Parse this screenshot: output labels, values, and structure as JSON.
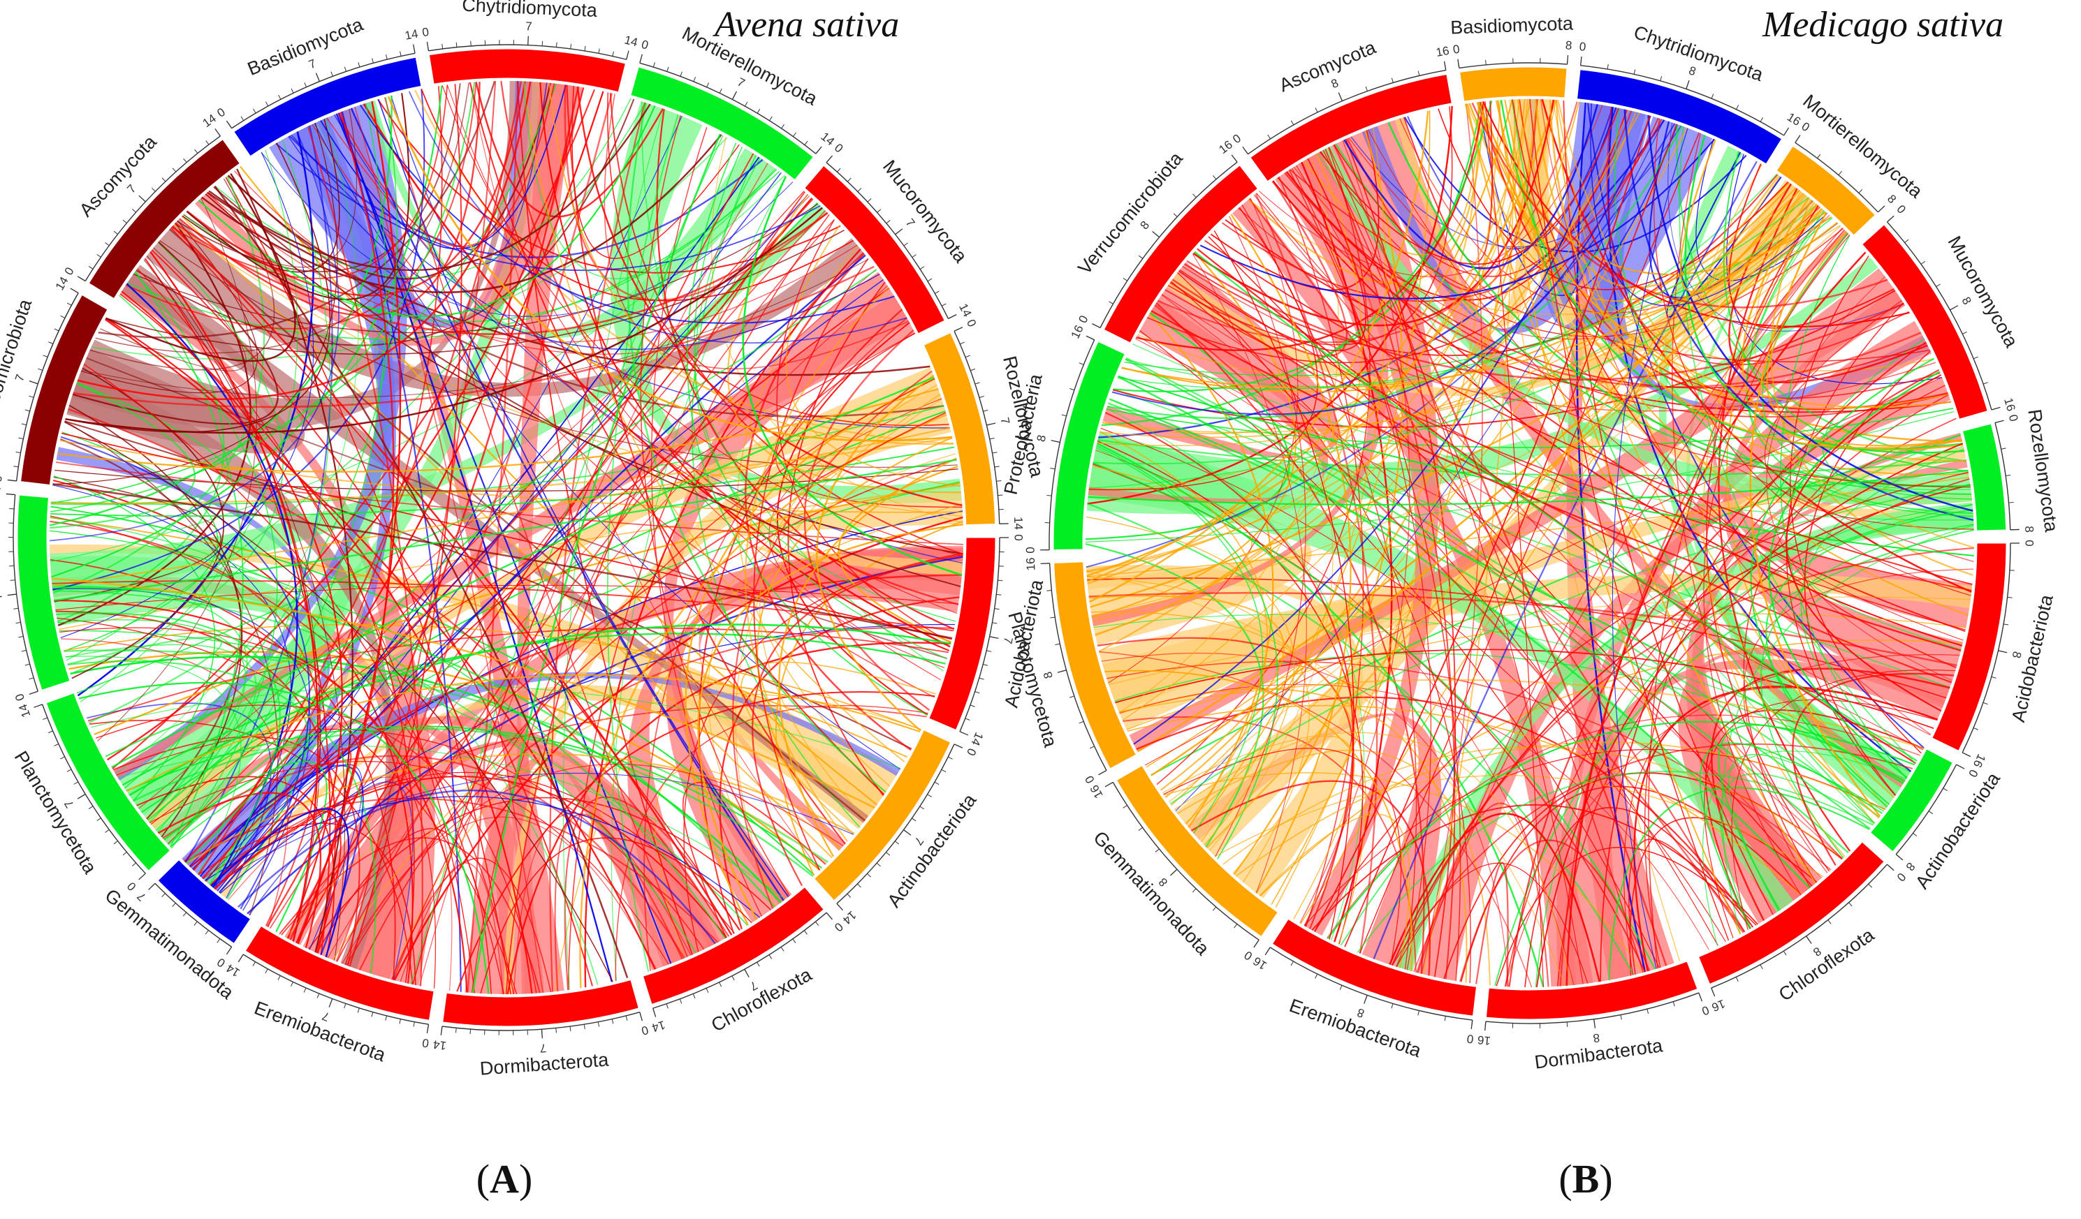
{
  "chart_data": [
    {
      "type": "chord",
      "title": "Avena sativa",
      "panel": "A",
      "unit_max": 14,
      "ticks": [
        0,
        7,
        14
      ],
      "sectors": [
        {
          "name": "Acidobacteriota",
          "color": "#ff0000",
          "span": 14
        },
        {
          "name": "Actinobacteriota",
          "color": "#ffa500",
          "span": 14
        },
        {
          "name": "Chloroflexota",
          "color": "#ff0000",
          "span": 14
        },
        {
          "name": "Dormibacterota",
          "color": "#ff0000",
          "span": 14
        },
        {
          "name": "Eremiobacterota",
          "color": "#ff0000",
          "span": 14
        },
        {
          "name": "Gemmatimonadota",
          "color": "#0000ee",
          "span": 7
        },
        {
          "name": "Planctomycetota",
          "color": "#00ee22",
          "span": 14
        },
        {
          "name": "Proteobacteria",
          "color": "#00ee22",
          "span": 14
        },
        {
          "name": "Verrucomicrobiota",
          "color": "#8b0000",
          "span": 14
        },
        {
          "name": "Ascomycota",
          "color": "#8b0000",
          "span": 14
        },
        {
          "name": "Basidiomycota",
          "color": "#0000ee",
          "span": 14
        },
        {
          "name": "Chytridiomycota",
          "color": "#ff0000",
          "span": 14
        },
        {
          "name": "Mortierellomycota",
          "color": "#00ee22",
          "span": 14
        },
        {
          "name": "Mucoromycota",
          "color": "#ff0000",
          "span": 14
        },
        {
          "name": "Rozellomycota",
          "color": "#ffa500",
          "span": 14
        }
      ]
    },
    {
      "type": "chord",
      "title": "Medicago sativa",
      "panel": "B",
      "unit_max": 16,
      "ticks": [
        0,
        8,
        16
      ],
      "sectors": [
        {
          "name": "Acidobacteriota",
          "color": "#ff0000",
          "span": 16
        },
        {
          "name": "Actinobacteriota",
          "color": "#00ee22",
          "span": 8
        },
        {
          "name": "Chloroflexota",
          "color": "#ff0000",
          "span": 16
        },
        {
          "name": "Dormibacterota",
          "color": "#ff0000",
          "span": 16
        },
        {
          "name": "Eremiobacterota",
          "color": "#ff0000",
          "span": 16
        },
        {
          "name": "Gemmatimonadota",
          "color": "#ffa500",
          "span": 16
        },
        {
          "name": "Planctomycetota",
          "color": "#ffa500",
          "span": 16
        },
        {
          "name": "Proteobacteria",
          "color": "#00ee22",
          "span": 16
        },
        {
          "name": "Verrucomicrobiota",
          "color": "#ff0000",
          "span": 16
        },
        {
          "name": "Ascomycota",
          "color": "#ff0000",
          "span": 16
        },
        {
          "name": "Basidiomycota",
          "color": "#ffa500",
          "span": 8
        },
        {
          "name": "Chytridiomycota",
          "color": "#0000ee",
          "span": 16
        },
        {
          "name": "Mortierellomycota",
          "color": "#ffa500",
          "span": 8
        },
        {
          "name": "Mucoromycota",
          "color": "#ff0000",
          "span": 16
        },
        {
          "name": "Rozellomycota",
          "color": "#00ee22",
          "span": 8
        }
      ]
    }
  ]
}
